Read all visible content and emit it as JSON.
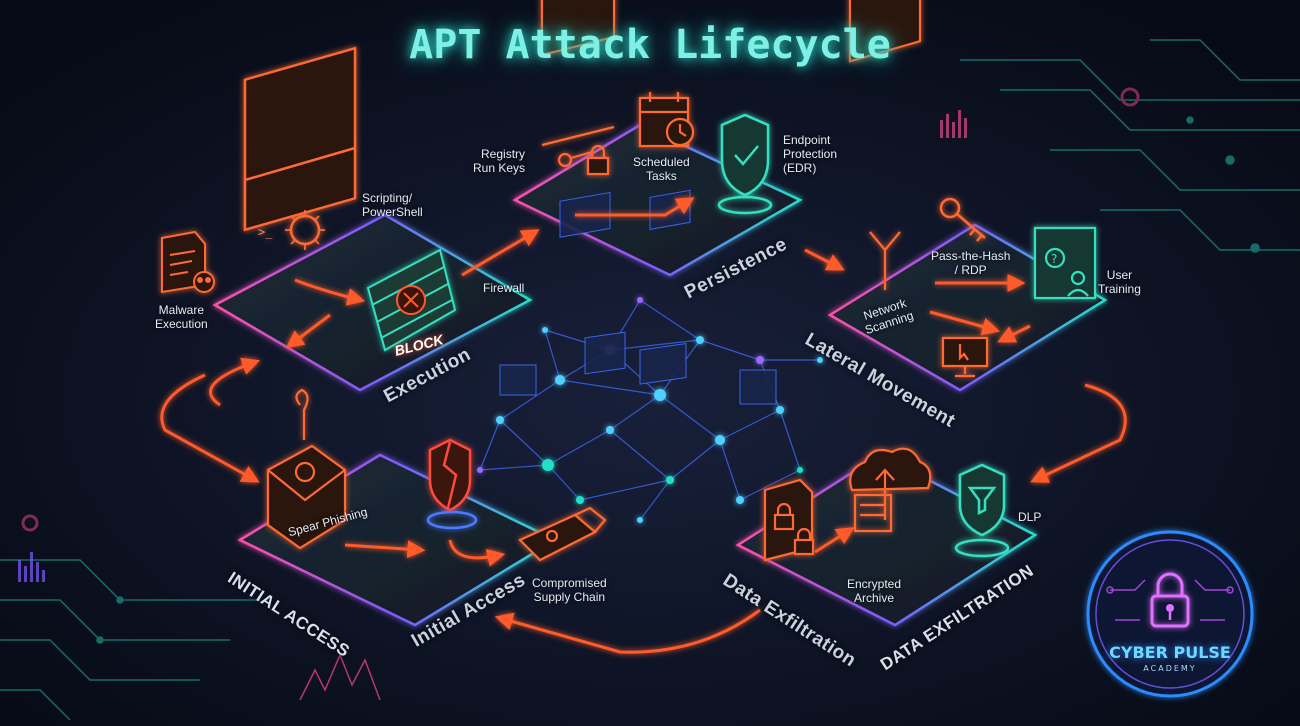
{
  "title": "APT Attack Lifecycle",
  "stages": {
    "initial_access_corner": "INITIAL ACCESS",
    "initial_access": "Initial Access",
    "execution": "Execution",
    "persistence": "Persistence",
    "lateral_movement": "Lateral Movement",
    "data_exfiltration": "Data Exfiltration",
    "data_exfiltration_corner": "DATA EXFILTRATION"
  },
  "items": {
    "malware_execution": "Malware\nExecution",
    "scripting_powershell": "Scripting/\nPowerShell",
    "firewall": "Firewall",
    "block": "BLOCK",
    "registry_run_keys": "Registry\nRun Keys",
    "scheduled_tasks": "Scheduled\nTasks",
    "edr": "Endpoint\nProtection\n(EDR)",
    "pass_the_hash": "Pass-the-Hash\n/ RDP",
    "user_training": "User\nTraining",
    "network_scanning": "Network\nScanning",
    "spear_phishing": "Spear Phishing",
    "compromised_supply_chain": "Compromised\nSupply Chain",
    "encrypted_archive": "Encrypted\nArchive",
    "dlp": "DLP"
  },
  "logo": {
    "name": "CYBER PULSE",
    "sub": "ACADEMY"
  },
  "colors": {
    "background": "#0b1020",
    "attack_orange": "#ff5a2a",
    "defense_teal": "#35e0c0",
    "network_blue": "#4b7bff",
    "title_cyan": "#7ff0e4"
  },
  "icons": [
    "terminal-icon",
    "virus-icon",
    "firewall-icon",
    "malware-file-icon",
    "key-icon",
    "padlock-icon",
    "calendar-clock-icon",
    "shield-check-icon",
    "crossroads-icon",
    "monitor-icon",
    "user-question-icon",
    "envelope-virus-icon",
    "broken-shield-icon",
    "usb-skull-icon",
    "cloud-upload-icon",
    "locked-file-icon",
    "shield-funnel-icon",
    "cyber-pulse-logo"
  ]
}
